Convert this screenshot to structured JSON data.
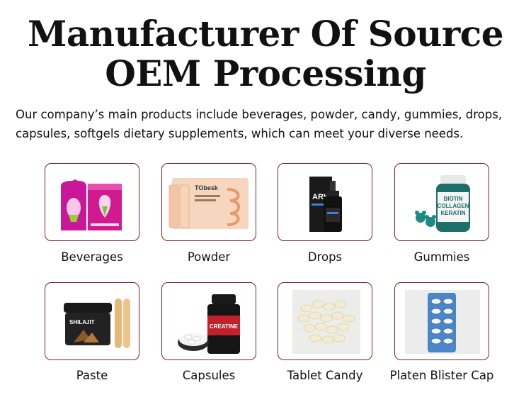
{
  "header": {
    "title_line1": "Manufacturer Of Source",
    "title_line2": "OEM Processing"
  },
  "description": {
    "line1": "Our company’s main products include beverages, powder, candy, gummies, drops,",
    "line2": "capsules, softgels dietary supplements, which can meet your diverse needs."
  },
  "products": [
    {
      "label": "Beverages",
      "icon": "beverage-pouch-image"
    },
    {
      "label": "Powder",
      "icon": "powder-sachet-image",
      "box_text": "TObesk"
    },
    {
      "label": "Drops",
      "icon": "dropper-bottle-image",
      "box_text": "ARK"
    },
    {
      "label": "Gummies",
      "icon": "gummy-jar-image",
      "jar_text": [
        "BIOTIN",
        "COLLAGEN",
        "KERATIN"
      ]
    },
    {
      "label": "Paste",
      "icon": "paste-jar-image",
      "jar_text": "SHILAJIT"
    },
    {
      "label": "Capsules",
      "icon": "capsule-bottle-image",
      "bottle_text": "CREATINE"
    },
    {
      "label": "Tablet Candy",
      "icon": "tablet-pile-image"
    },
    {
      "label": "Platen Blister Cap",
      "icon": "blister-pack-image"
    }
  ],
  "colors": {
    "card_border": "#7a2326",
    "text": "#111111"
  }
}
